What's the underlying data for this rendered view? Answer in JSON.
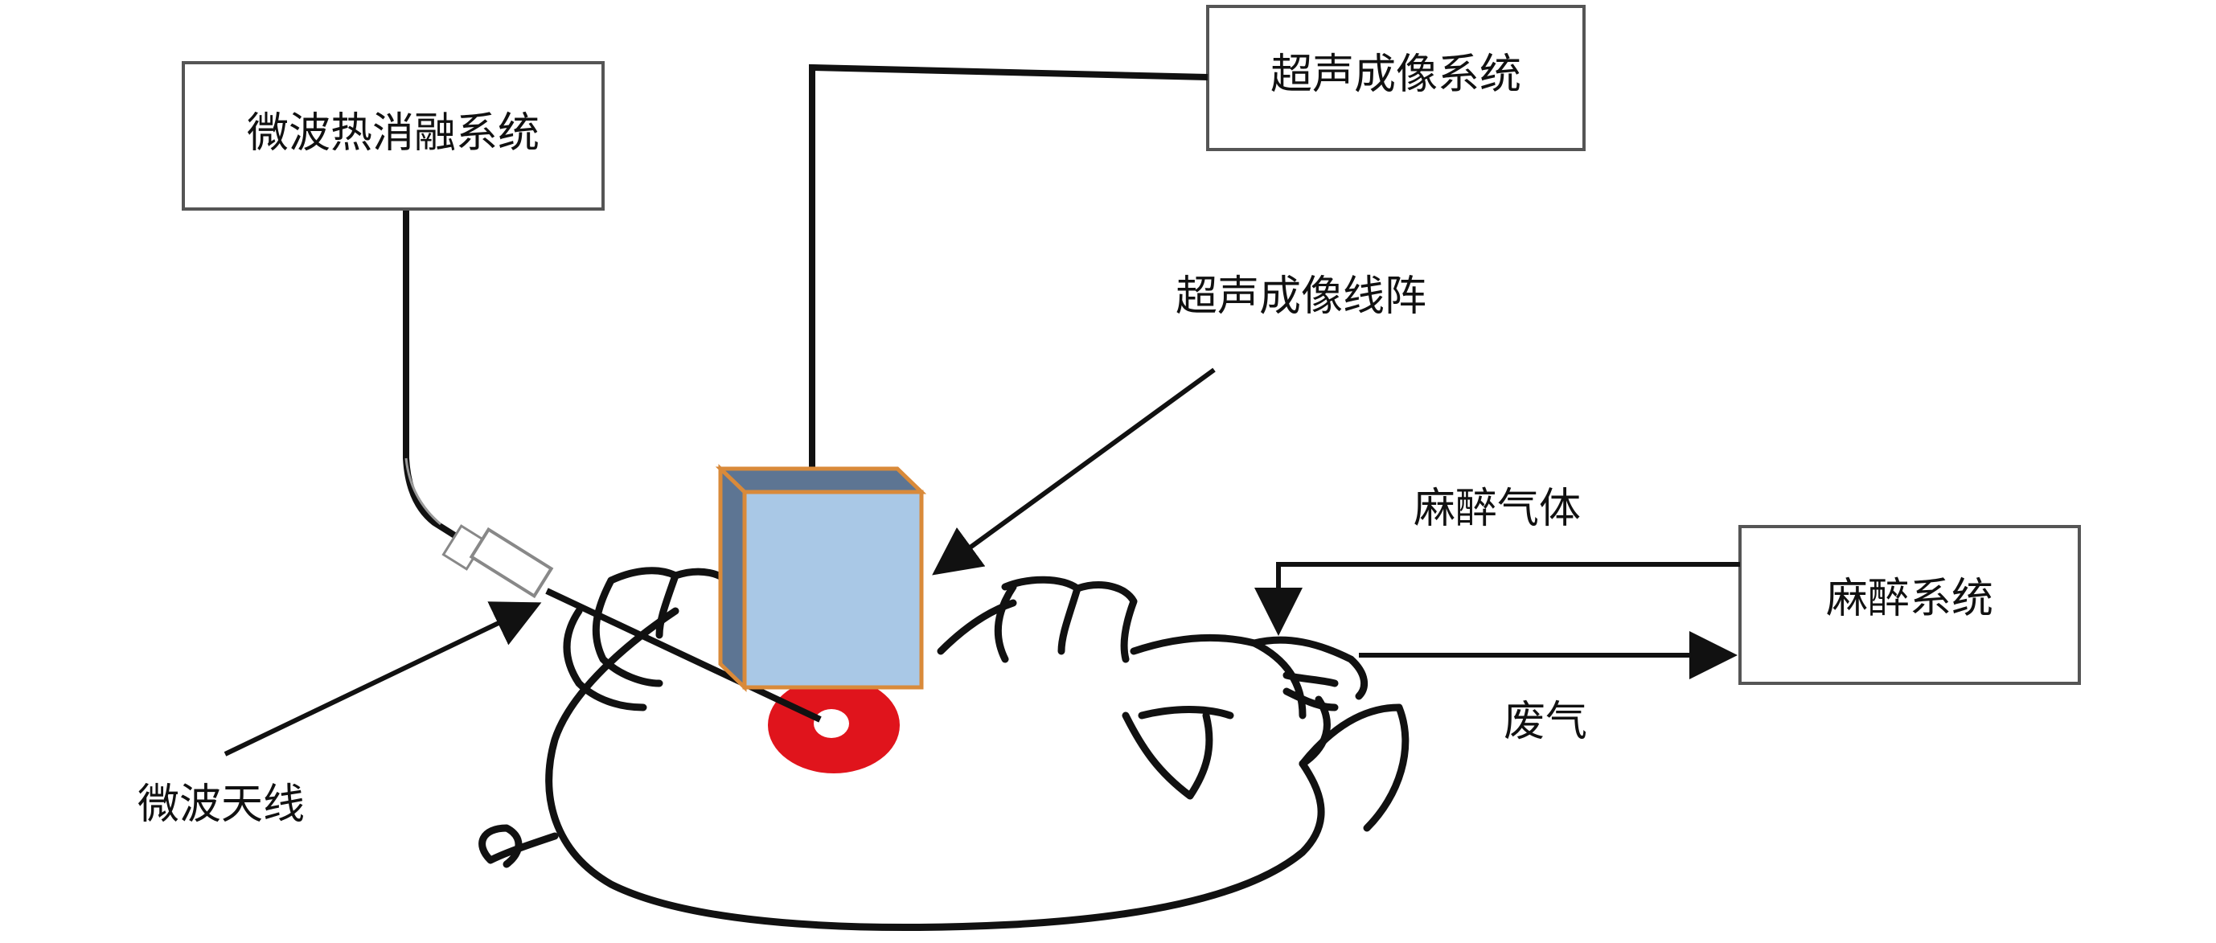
{
  "colors": {
    "line": "#111111",
    "box_border": "#666666",
    "ultrasound_front": "#a9c8e6",
    "ultrasound_side": "#5d7593",
    "ultrasound_outline": "#d98a3a",
    "ablation_zone": "#e0141c",
    "antenna_handle": "#999999"
  },
  "systems": {
    "microwave_ablation": "微波热消融系统",
    "ultrasound_imaging": "超声成像系统",
    "anesthesia": "麻醉系统"
  },
  "labels": {
    "ultrasound_array": "超声成像线阵",
    "anesthetic_gas": "麻醉气体",
    "exhaust_gas": "废气",
    "microwave_antenna": "微波天线"
  }
}
